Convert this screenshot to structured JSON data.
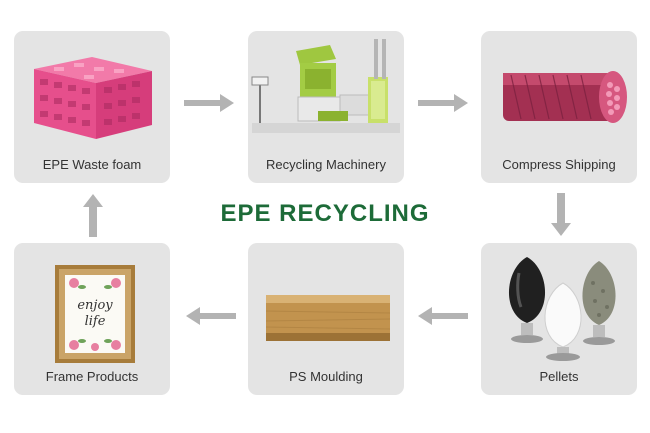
{
  "title": "EPE RECYCLING",
  "colors": {
    "title": "#1d6b38",
    "card_bg": "#e4e4e4",
    "arrow": "#b3b3b3"
  },
  "steps": [
    {
      "label": "EPE Waste foam"
    },
    {
      "label": "Recycling Machinery"
    },
    {
      "label": "Compress Shipping"
    },
    {
      "label": "Pellets"
    },
    {
      "label": "PS  Moulding"
    },
    {
      "label": "Frame Products"
    }
  ],
  "frame_text": {
    "line1": "enjoy",
    "line2": "life"
  }
}
